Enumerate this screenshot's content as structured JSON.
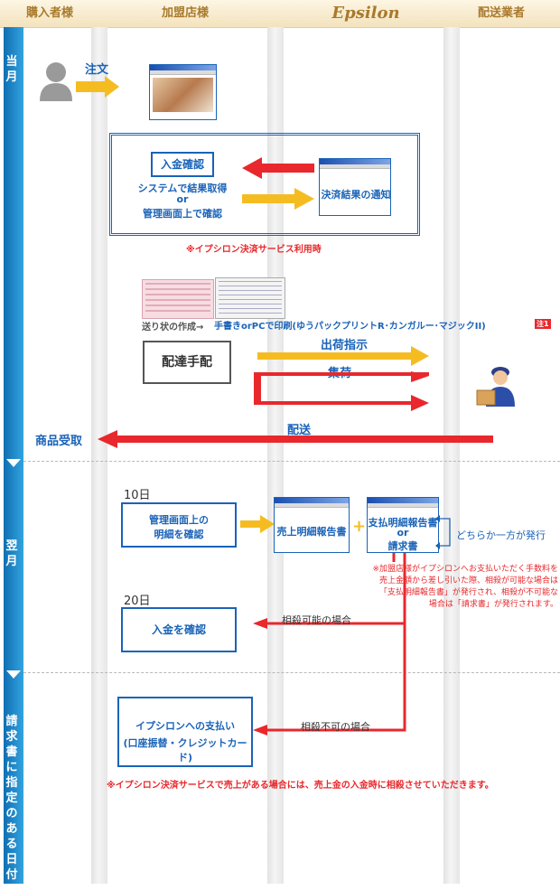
{
  "columns": [
    "購入者様",
    "加盟店様",
    "Epsilon",
    "配送業者"
  ],
  "periods": [
    {
      "label": "当月"
    },
    {
      "label": "翌月"
    },
    {
      "label": "請求書に指定のある日付"
    }
  ],
  "colors": {
    "blue": "#1a63b8",
    "red": "#e8282c",
    "yellow": "#f5bc22",
    "side": "#1683c9",
    "brand": "#a97a2c"
  },
  "current_month": {
    "order": "注文",
    "payment_check_title": "入金確認",
    "payment_check_lines": [
      "システムで結果取得",
      "or",
      "管理画面上で確認"
    ],
    "settlement_notice": "決済結果の通知",
    "note_epsilon": "※イプシロン決済サービス利用時",
    "label_create": "送り状の作成→",
    "label_print": "手書きorPCで印刷(ゆうパックプリントR･カンガルー･マジックII)",
    "note_badge": "注1",
    "delivery_arrange": "配達手配",
    "ship_instruction": "出荷指示",
    "pickup": "集荷",
    "delivery": "配送",
    "goods_received": "商品受取"
  },
  "next_month": {
    "day10": "10日",
    "check_details": [
      "管理画面上の",
      "明細を確認"
    ],
    "sales_report": "売上明細報告書",
    "plus": "+",
    "pay_report_lines": [
      "支払明細報告書",
      "or",
      "請求書"
    ],
    "either_one": "どちらか一方が発行",
    "note_lines": [
      "※加盟店様がイプシロンへお支払いただく手数料を",
      "売上金額から差し引いた際、相殺が可能な場合は",
      "「支払明細報告書」が発行され、相殺が不可能な",
      "場合は「請求書」が発行されます。"
    ],
    "day20": "20日",
    "confirm_payment": "入金を確認",
    "offset_possible": "相殺可能の場合"
  },
  "invoice_date": {
    "payment_lines": [
      "イプシロンへの支払い",
      "(口座振替・クレジットカード)"
    ],
    "offset_impossible": "相殺不可の場合",
    "bottom_note": "※イプシロン決済サービスで売上がある場合には、売上金の入金時に相殺させていただきます。"
  }
}
